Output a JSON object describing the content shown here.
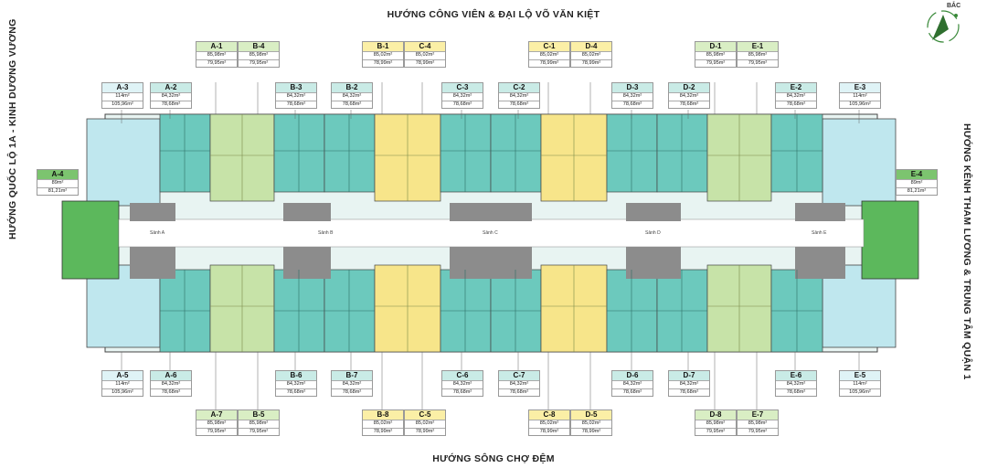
{
  "directions": {
    "top": "HƯỚNG CÔNG VIÊN & ĐẠI LỘ VÕ VĂN KIỆT",
    "bottom": "HƯỚNG SÔNG CHỢ ĐỆM",
    "left": "HƯỚNG QUỐC LỘ 1A - KINH DƯƠNG VƯƠNG",
    "right": "HƯỚNG KÊNH THAM LƯƠNG & TRUNG TÂM QUẬN 1"
  },
  "compass": {
    "label": "BẮC"
  },
  "lobbies": [
    "Sảnh A",
    "Sảnh B",
    "Sảnh C",
    "Sảnh D",
    "Sảnh E"
  ],
  "colors": {
    "teal": "#6cc9bd",
    "light_teal": "#bfe7ee",
    "green": "#c7e3a8",
    "yellow": "#f7e58a",
    "dark_green": "#5cb85c",
    "core": "#8c8c8c"
  },
  "units": {
    "a1": {
      "code": "A-1",
      "a1": "85,98m²",
      "a2": "79,95m²"
    },
    "b4": {
      "code": "B-4",
      "a1": "85,98m²",
      "a2": "79,95m²"
    },
    "b1": {
      "code": "B-1",
      "a1": "85,02m²",
      "a2": "78,99m²"
    },
    "c4": {
      "code": "C-4",
      "a1": "85,02m²",
      "a2": "78,99m²"
    },
    "c1": {
      "code": "C-1",
      "a1": "85,02m²",
      "a2": "78,99m²"
    },
    "d4": {
      "code": "D-4",
      "a1": "85,02m²",
      "a2": "78,99m²"
    },
    "d1": {
      "code": "D-1",
      "a1": "85,98m²",
      "a2": "79,95m²"
    },
    "e1": {
      "code": "E-1",
      "a1": "85,98m²",
      "a2": "79,95m²"
    },
    "a3": {
      "code": "A-3",
      "a1": "114m²",
      "a2": "105,96m²"
    },
    "a2": {
      "code": "A-2",
      "a1": "84,32m²",
      "a2": "78,68m²"
    },
    "b3": {
      "code": "B-3",
      "a1": "84,32m²",
      "a2": "78,68m²"
    },
    "b2": {
      "code": "B-2",
      "a1": "84,32m²",
      "a2": "78,68m²"
    },
    "c3": {
      "code": "C-3",
      "a1": "84,32m²",
      "a2": "78,68m²"
    },
    "c2": {
      "code": "C-2",
      "a1": "84,32m²",
      "a2": "78,68m²"
    },
    "d3": {
      "code": "D-3",
      "a1": "84,32m²",
      "a2": "78,68m²"
    },
    "d2": {
      "code": "D-2",
      "a1": "84,32m²",
      "a2": "78,68m²"
    },
    "e2": {
      "code": "E-2",
      "a1": "84,32m²",
      "a2": "78,68m²"
    },
    "e3": {
      "code": "E-3",
      "a1": "114m²",
      "a2": "105,96m²"
    },
    "a4": {
      "code": "A-4",
      "a1": "89m²",
      "a2": "81,21m²"
    },
    "e4": {
      "code": "E-4",
      "a1": "89m²",
      "a2": "81,21m²"
    },
    "a5": {
      "code": "A-5",
      "a1": "114m²",
      "a2": "105,96m²"
    },
    "a6": {
      "code": "A-6",
      "a1": "84,32m²",
      "a2": "78,68m²"
    },
    "b6": {
      "code": "B-6",
      "a1": "84,32m²",
      "a2": "78,68m²"
    },
    "b7": {
      "code": "B-7",
      "a1": "84,32m²",
      "a2": "78,68m²"
    },
    "c6": {
      "code": "C-6",
      "a1": "84,32m²",
      "a2": "78,68m²"
    },
    "c7": {
      "code": "C-7",
      "a1": "84,32m²",
      "a2": "78,68m²"
    },
    "d6": {
      "code": "D-6",
      "a1": "84,32m²",
      "a2": "78,68m²"
    },
    "d7": {
      "code": "D-7",
      "a1": "84,32m²",
      "a2": "78,68m²"
    },
    "e6": {
      "code": "E-6",
      "a1": "84,32m²",
      "a2": "78,68m²"
    },
    "e5": {
      "code": "E-5",
      "a1": "114m²",
      "a2": "105,96m²"
    },
    "a7": {
      "code": "A-7",
      "a1": "85,98m²",
      "a2": "79,95m²"
    },
    "b5": {
      "code": "B-5",
      "a1": "85,98m²",
      "a2": "79,95m²"
    },
    "b8": {
      "code": "B-8",
      "a1": "85,02m²",
      "a2": "78,99m²"
    },
    "c5": {
      "code": "C-5",
      "a1": "85,02m²",
      "a2": "78,99m²"
    },
    "c8": {
      "code": "C-8",
      "a1": "85,02m²",
      "a2": "78,99m²"
    },
    "d5": {
      "code": "D-5",
      "a1": "85,02m²",
      "a2": "78,99m²"
    },
    "d8": {
      "code": "D-8",
      "a1": "85,98m²",
      "a2": "79,95m²"
    },
    "e7": {
      "code": "E-7",
      "a1": "85,98m²",
      "a2": "79,95m²"
    }
  }
}
